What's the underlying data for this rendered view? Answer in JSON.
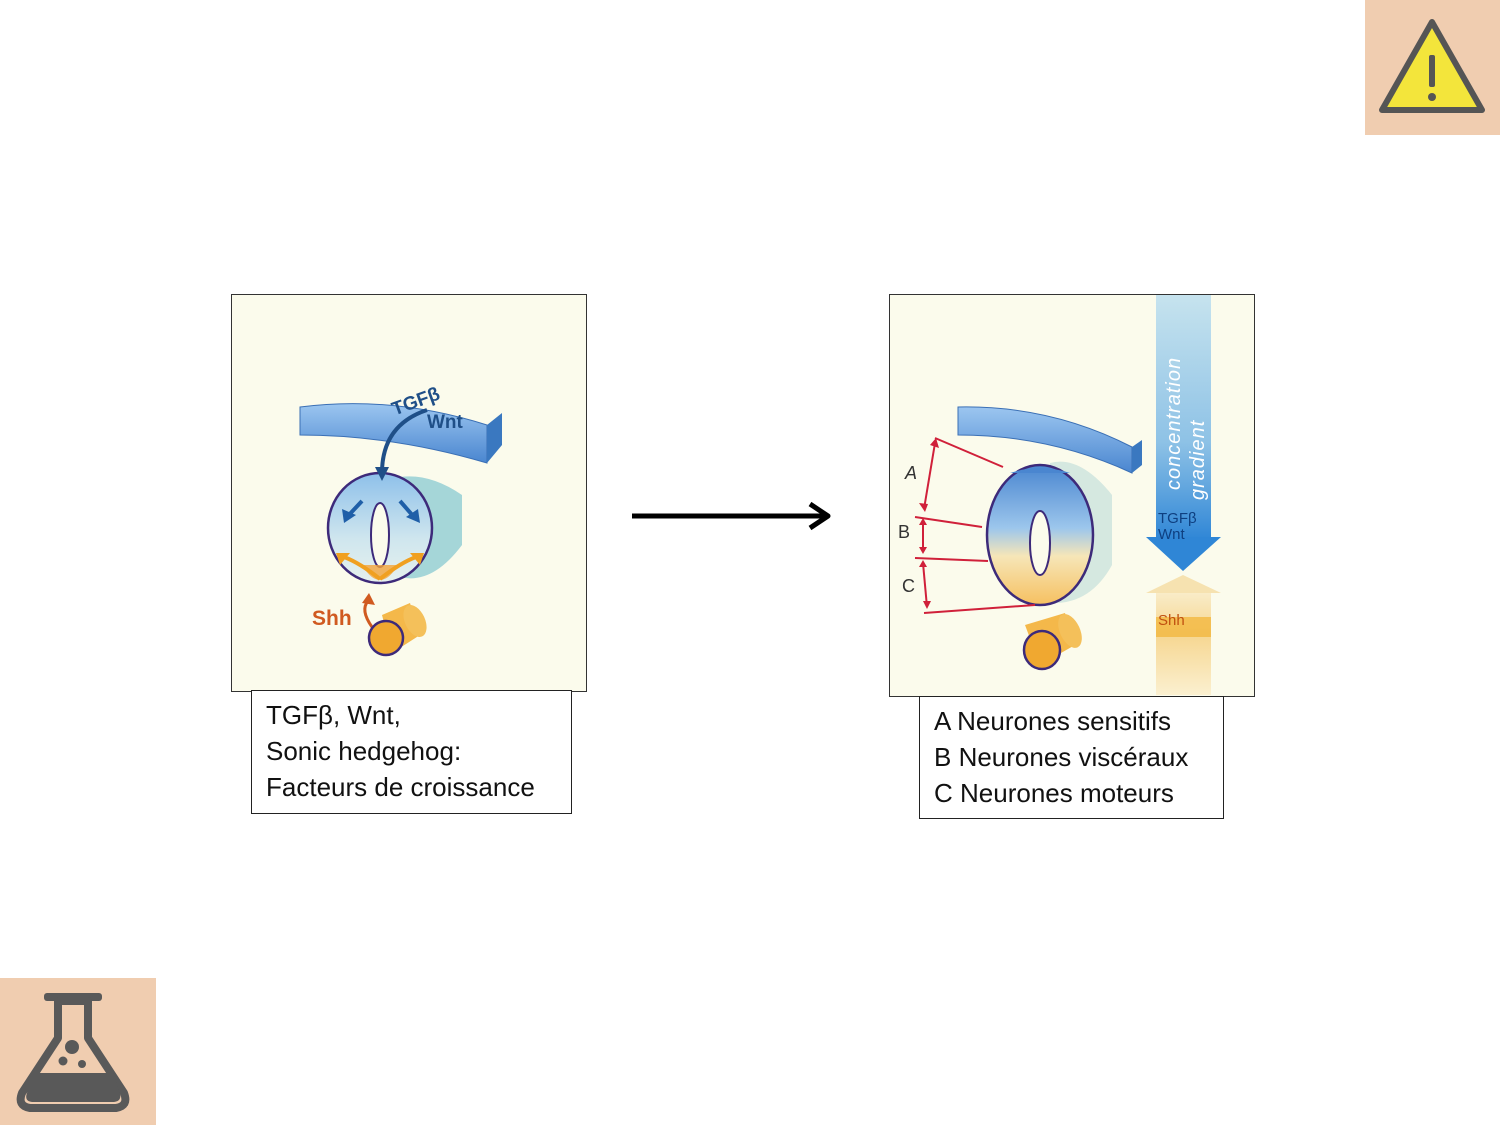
{
  "left_panel": {
    "tgf_label": "TGFβ",
    "wnt_label": "Wnt",
    "shh_label": "Shh"
  },
  "left_caption": {
    "line1": "TGFβ, Wnt,",
    "line2": "Sonic hedgehog:",
    "line3": "Facteurs de croissance"
  },
  "right_panel": {
    "zone_a": "A",
    "zone_b": "B",
    "zone_c": "C",
    "gradient_line1": "concentration",
    "gradient_line2": "gradient",
    "tgf_label": "TGFβ",
    "wnt_label": "Wnt",
    "shh_label": "Shh"
  },
  "right_caption": {
    "line1": "A Neurones sensitifs",
    "line2": "B Neurones viscéraux",
    "line3": "C Neurones moteurs"
  },
  "colors": {
    "corner_box": "#f0cdb0",
    "warning_yellow": "#f3e53b",
    "flask_gray": "#595959",
    "dorsal_blue": "#4a86d0",
    "ventral_orange": "#f0a020",
    "zone_marker_red": "#d0203a"
  },
  "icons": {
    "top_right": "warning-icon",
    "bottom_left": "flask-icon"
  }
}
